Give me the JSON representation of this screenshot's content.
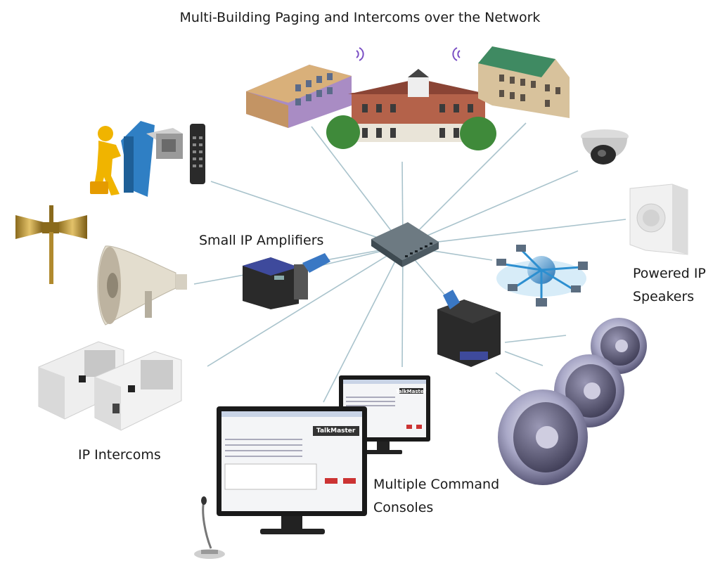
{
  "diagram": {
    "title": "Multi-Building Paging and Intercoms over the Network",
    "labels": {
      "amplifiers": "Small IP Amplifiers",
      "speakers_line1": "Powered IP",
      "speakers_line2": "Speakers",
      "intercoms": "IP Intercoms",
      "consoles_line1": "Multiple Command",
      "consoles_line2": "Consoles"
    },
    "hub": "network-switch",
    "nodes": [
      "campus-buildings",
      "door-access-keypad",
      "horn-speakers",
      "ip-amplifier",
      "ip-intercoms",
      "command-consoles",
      "ip-amplifier-2",
      "loudspeakers",
      "network-cloud",
      "powered-ip-speaker",
      "dome-camera"
    ],
    "console": {
      "brand": "TalkMaster"
    },
    "colors": {
      "connector": "#a9c3cc",
      "accent_blue": "#2f7fc4",
      "switch_gray": "#4d5a62"
    }
  }
}
